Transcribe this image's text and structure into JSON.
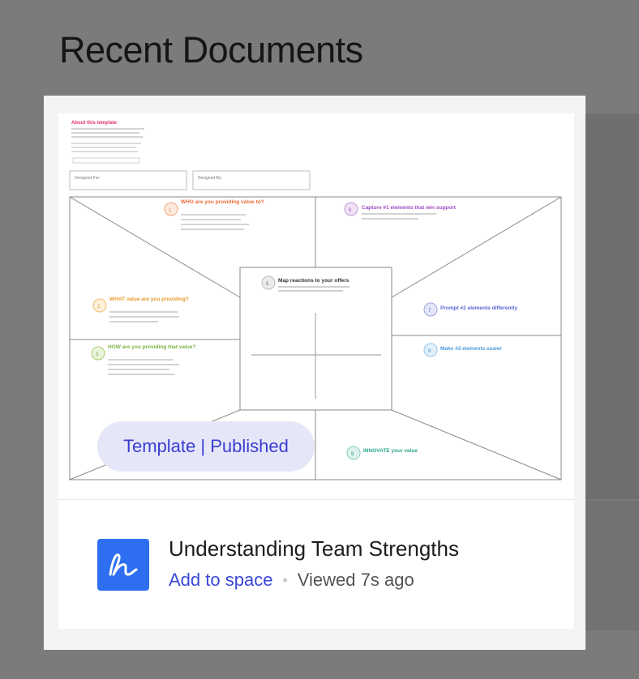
{
  "page": {
    "title": "Recent Documents"
  },
  "card": {
    "badge": "Template | Published",
    "doc_title": "Understanding Team Strengths",
    "add_to_space": "Add to space",
    "separator": "•",
    "viewed": "Viewed 7s ago",
    "icon": "freeform-scribble-icon",
    "icon_color": "#2d6ff0"
  },
  "thumbnail": {
    "about": "About this template",
    "designed_for": "Designed For:",
    "designed_by": "Designed By:",
    "s1": "WHO are you providing value to?",
    "s2": "WHAT value are you providing?",
    "s3": "HOW are you providing that value?",
    "s5": "Map reactions to your offers",
    "s6": "Capture #1 elements that win support",
    "s7": "Prompt #2 elements differently",
    "s8": "Make #3 elements easier",
    "s9": "INNOVATE your value"
  }
}
